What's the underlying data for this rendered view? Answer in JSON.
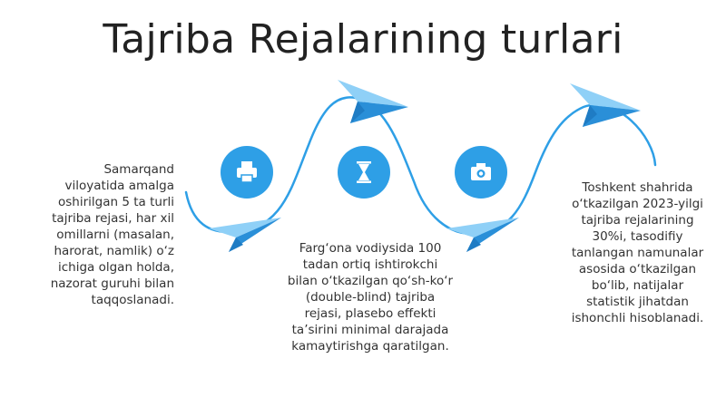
{
  "title": "Tajriba Rejalarining turlari",
  "colors": {
    "accent": "#2e9fe6",
    "curve": "#2e9fe6",
    "plane_light": "#8fd0f7",
    "plane_dark": "#2a8fd8",
    "title": "#222222",
    "text": "#333333"
  },
  "steps": [
    {
      "icon": "printer-icon",
      "text": "Samarqand\nviloyatida amalga\noshirilgan 5 ta turli\ntajriba rejasi, har xil\nomillarni (masalan,\nharorat, namlik)  o‘z\nichiga olgan holda,\nnazorat guruhi bilan\ntaqqoslanadi."
    },
    {
      "icon": "hourglass-icon",
      "text": "Farg‘ona vodiysida 100\ntadan ortiq ishtirokchi\nbilan o‘tkazilgan qo‘sh-ko‘r\n(double-blind)  tajriba\nrejasi,  plasebo effekti\nta’sirini minimal darajada\nkamaytirishga qaratilgan."
    },
    {
      "icon": "camera-icon",
      "text": "Toshkent shahrida\no‘tkazilgan 2023-yilgi\ntajriba rejalarining\n30%i,  tasodifiy\ntanlangan namunalar\nasosida o‘tkazilgan\nbo‘lib,  natijalar\nstatistik jihatdan\nishonchli hisoblanadi."
    }
  ]
}
